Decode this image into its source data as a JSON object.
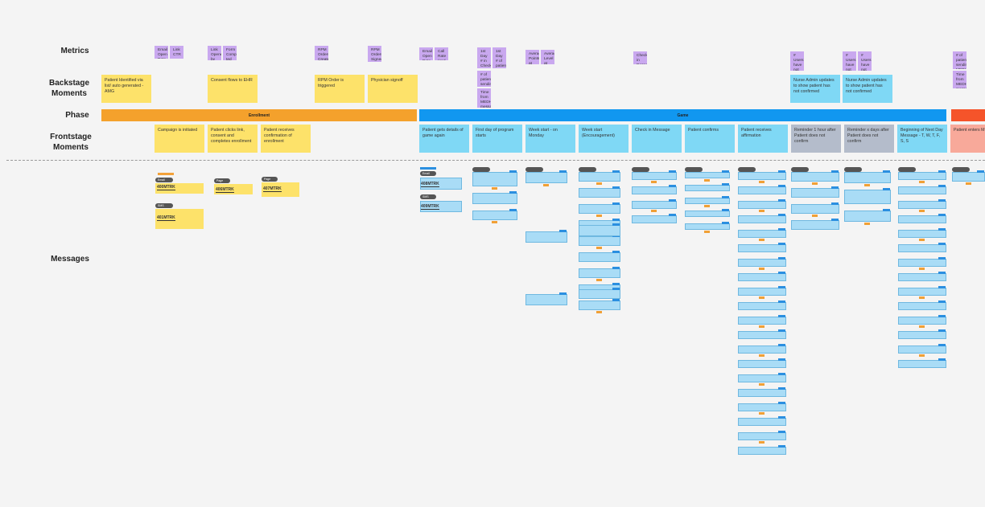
{
  "rows": {
    "metrics": "Metrics",
    "backstage": "Backstage Moments",
    "phase": "Phase",
    "frontstage": "Frontstage Moments",
    "messages": "Messages"
  },
  "metrics": [
    "Email Open Rate",
    "Link CTR",
    "Link Opened by X",
    "Form Comple ted by X",
    "RPM Orders Created #",
    "RPM Orders Signed MD #",
    "Email Open Rate",
    "Call Rate (end story)",
    "1st Day # in Check-in Response Rate",
    "1st Day # of patients sending MEDHELP",
    "# of patients sending MEDHELP",
    "Time from MEDHELP message to Nurse Intervention",
    "Average Points at End of Last Week",
    "Average Level at End of Last Week",
    "Check in Response Rate",
    "# Users have not responded after an hour",
    "# Users have not responded after 1 days",
    "# Users have not responded after 2 days",
    "# of patients sending MEDHELP",
    "Time from MEDHELP message to Nurse Intervention"
  ],
  "backstage": [
    "Patient Identified via list/ auto generated - AMG",
    "Consent flows to EHR",
    "RPM Order is triggered",
    "Physician signoff",
    "Nurse Admin updates to show patient has not confirmed",
    "Nurse Admin updates to show patient has not confirmed"
  ],
  "phases": {
    "enrollment": "Enrollment",
    "game": "Game",
    "colors": {
      "enrollment": "#f4a12c",
      "game": "#1197f0",
      "next": "#f5542a"
    }
  },
  "frontstage": [
    "Campaign is initiated",
    "Patient clicks link, consent and completes enrollment",
    "Patient receives confirmation of enrollment",
    "Patient gets details of game again",
    "First day of program starts",
    "Week start - on Monday",
    "Week start (Encouragement)",
    "Check in Message",
    "Patient confirms",
    "Patient receives affirmation",
    "Reminder 1 hour after Patient does not confirm",
    "Reminder x days after Patient does not confirm",
    "Beginning of Next Day Message - T, W, T, F, S, S",
    "Patient enters MED"
  ],
  "codes": [
    "400MTRK",
    "401MTRK",
    "406MTRK",
    "407MTRK",
    "408MTRK",
    "409MTRK"
  ],
  "chips": {
    "email": "Email",
    "sms": "SMS",
    "page": "Page"
  }
}
